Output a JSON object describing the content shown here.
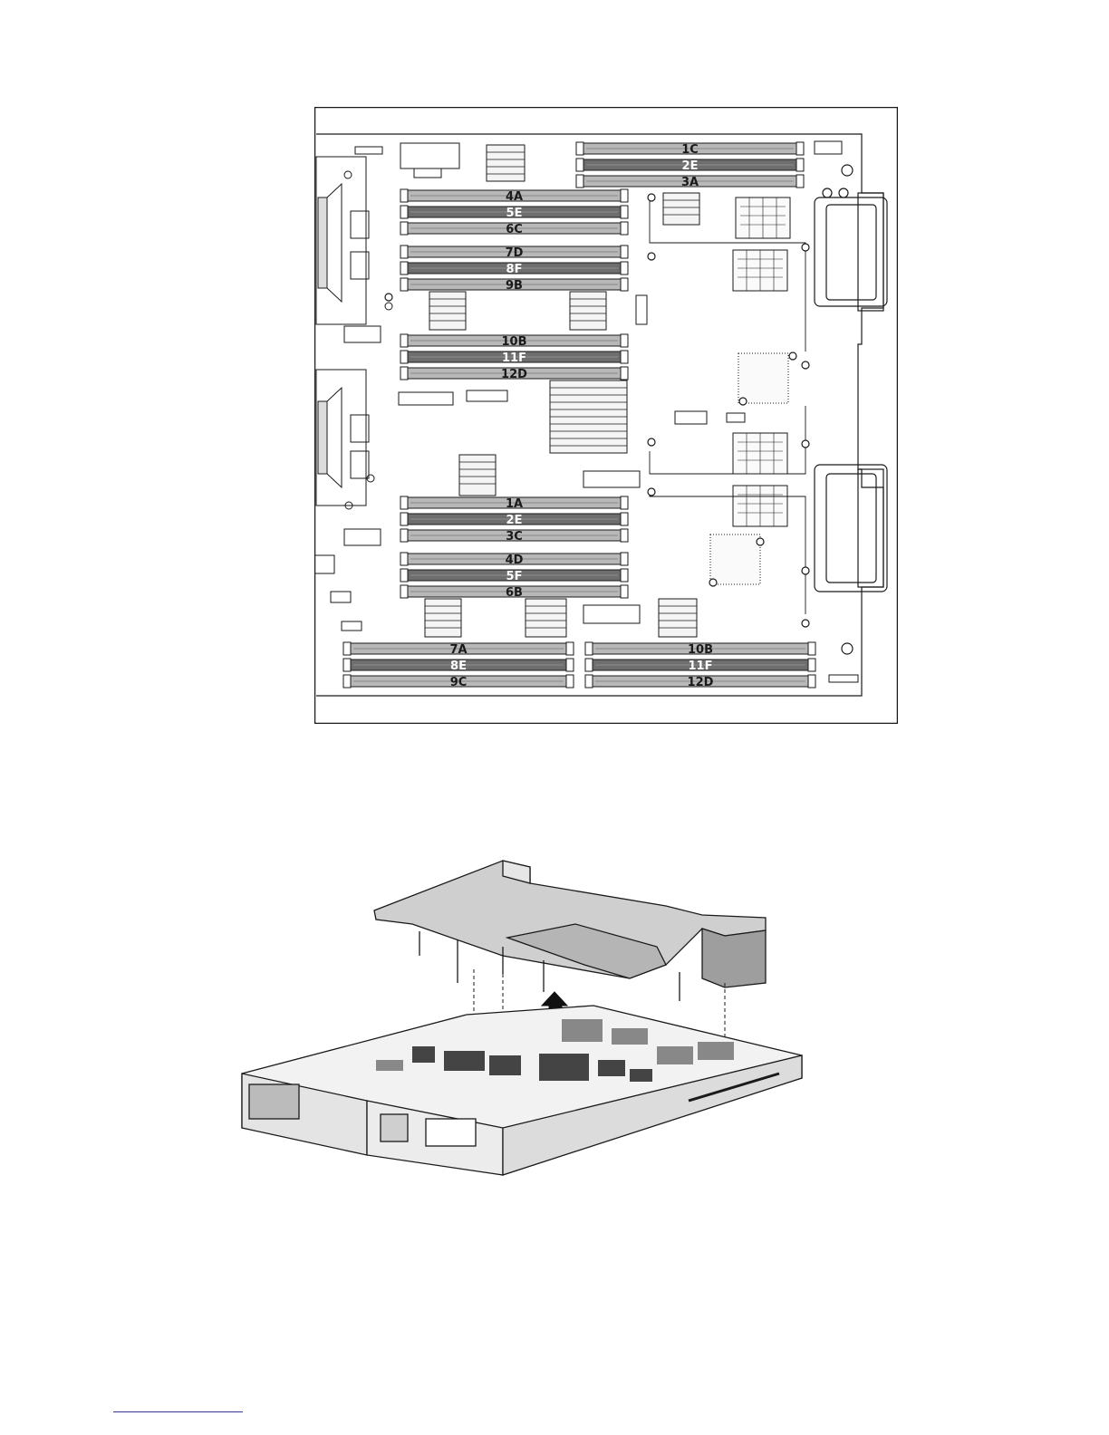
{
  "board": {
    "slots_top_right": [
      {
        "label": "1C",
        "tone": "light"
      },
      {
        "label": "2E",
        "tone": "dark"
      },
      {
        "label": "3A",
        "tone": "light"
      }
    ],
    "slots_upper_group": [
      {
        "label": "4A",
        "tone": "light"
      },
      {
        "label": "5E",
        "tone": "dark"
      },
      {
        "label": "6C",
        "tone": "light"
      },
      {
        "label": "7D",
        "tone": "light"
      },
      {
        "label": "8F",
        "tone": "dark"
      },
      {
        "label": "9B",
        "tone": "light"
      },
      {
        "label": "10B",
        "tone": "light"
      },
      {
        "label": "11F",
        "tone": "dark"
      },
      {
        "label": "12D",
        "tone": "light"
      }
    ],
    "slots_lower_group": [
      {
        "label": "1A",
        "tone": "light"
      },
      {
        "label": "2E",
        "tone": "dark"
      },
      {
        "label": "3C",
        "tone": "light"
      },
      {
        "label": "4D",
        "tone": "light"
      },
      {
        "label": "5F",
        "tone": "dark"
      },
      {
        "label": "6B",
        "tone": "light"
      }
    ],
    "slots_bottom_left": [
      {
        "label": "7A",
        "tone": "light"
      },
      {
        "label": "8E",
        "tone": "dark"
      },
      {
        "label": "9C",
        "tone": "light"
      }
    ],
    "slots_bottom_right": [
      {
        "label": "10B",
        "tone": "light"
      },
      {
        "label": "11F",
        "tone": "dark"
      },
      {
        "label": "12D",
        "tone": "light"
      }
    ]
  },
  "colors": {
    "slot_light": "#b8b8b8",
    "slot_dark": "#6e6e6e",
    "label_on_light": "#1a1a1a",
    "label_on_dark": "#ffffff",
    "line": "#1a1a1a",
    "footer_rule": "#3a3ab0"
  },
  "icons": [
    "dimm-slot-icon",
    "heatsink-icon",
    "processor-socket-icon",
    "mezzanine-connector-icon",
    "remove-arrow-icon"
  ]
}
